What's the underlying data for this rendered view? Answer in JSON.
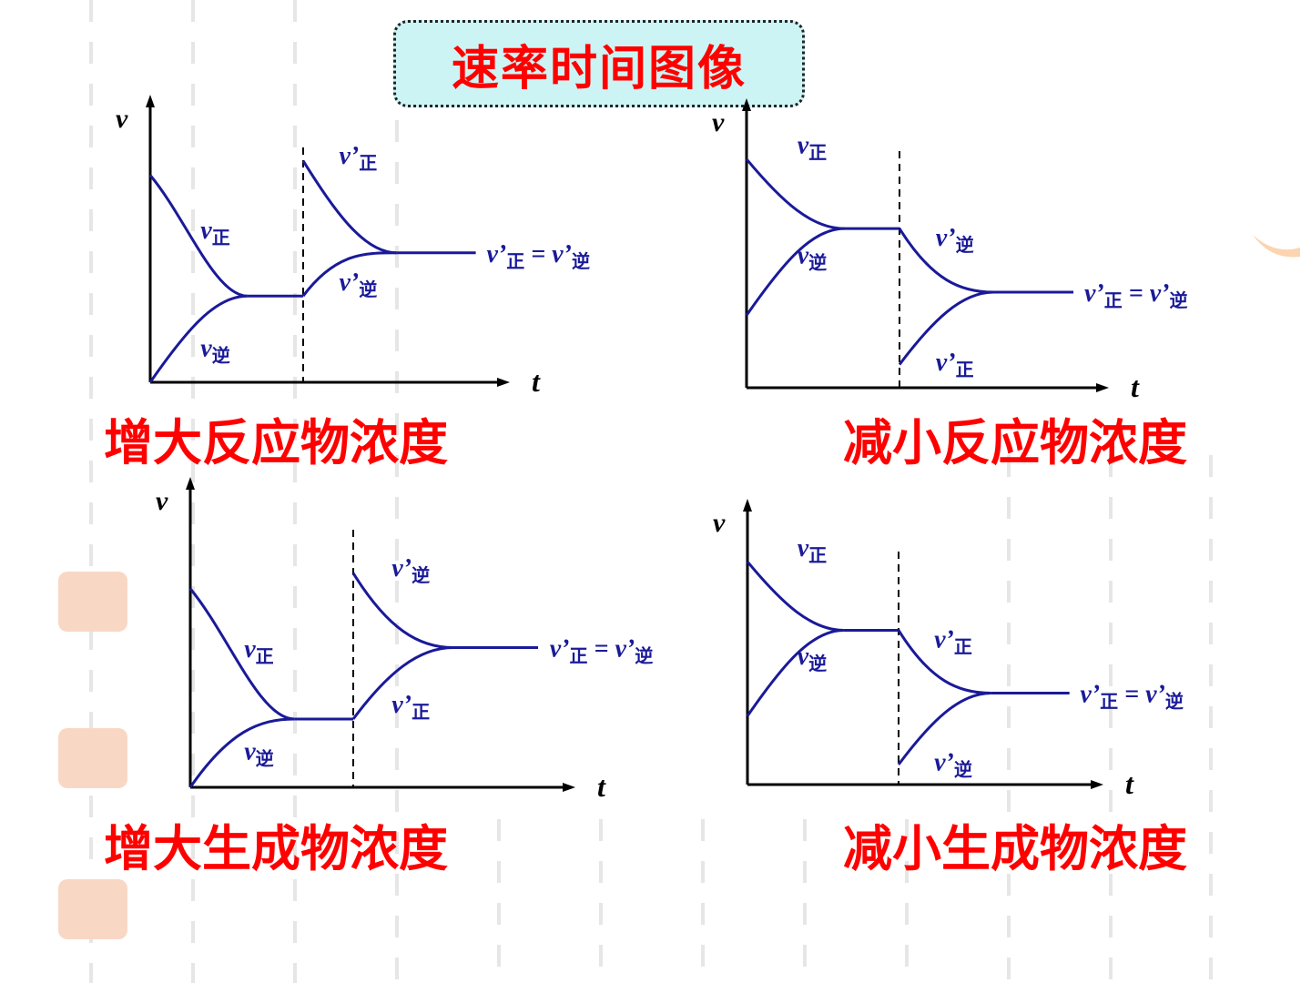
{
  "slide": {
    "title": "速率时间图像",
    "colors": {
      "title": "#ff0000",
      "title_box": "#ccf4f4",
      "curve": "#1a1a99",
      "axis": "#000000"
    }
  },
  "panels": [
    {
      "caption": "增大反应物浓度",
      "axis_y": "v",
      "axis_x": "t",
      "labels": {
        "a": {
          "main": "v",
          "sub": "正"
        },
        "b": {
          "main": "v",
          "sub": "逆"
        },
        "c": {
          "main": "v’",
          "sub": "正"
        },
        "d": {
          "main": "v’",
          "sub": "逆"
        },
        "eq": {
          "left": "v’",
          "left_sub": "正",
          "op": " = ",
          "right": "v’",
          "right_sub": "逆"
        }
      }
    },
    {
      "caption": "减小反应物浓度",
      "axis_y": "v",
      "axis_x": "t",
      "labels": {
        "a": {
          "main": "v",
          "sub": "正"
        },
        "b": {
          "main": "v",
          "sub": "逆"
        },
        "c": {
          "main": "v’",
          "sub": "逆"
        },
        "d": {
          "main": "v’",
          "sub": "正"
        },
        "eq": {
          "left": "v’",
          "left_sub": "正",
          "op": " = ",
          "right": "v’",
          "right_sub": "逆"
        }
      }
    },
    {
      "caption": "增大生成物浓度",
      "axis_y": "v",
      "axis_x": "t",
      "labels": {
        "a": {
          "main": "v",
          "sub": "正"
        },
        "b": {
          "main": "v",
          "sub": "逆"
        },
        "c": {
          "main": "v’",
          "sub": "逆"
        },
        "d": {
          "main": "v’",
          "sub": "正"
        },
        "eq": {
          "left": "v’",
          "left_sub": "正",
          "op": " = ",
          "right": "v’",
          "right_sub": "逆"
        }
      }
    },
    {
      "caption": "减小生成物浓度",
      "axis_y": "v",
      "axis_x": "t",
      "labels": {
        "a": {
          "main": "v",
          "sub": "正"
        },
        "b": {
          "main": "v",
          "sub": "逆"
        },
        "c": {
          "main": "v’",
          "sub": "正"
        },
        "d": {
          "main": "v’",
          "sub": "逆"
        },
        "eq": {
          "left": "v’",
          "left_sub": "正",
          "op": " = ",
          "right": "v’",
          "right_sub": "逆"
        }
      }
    }
  ]
}
